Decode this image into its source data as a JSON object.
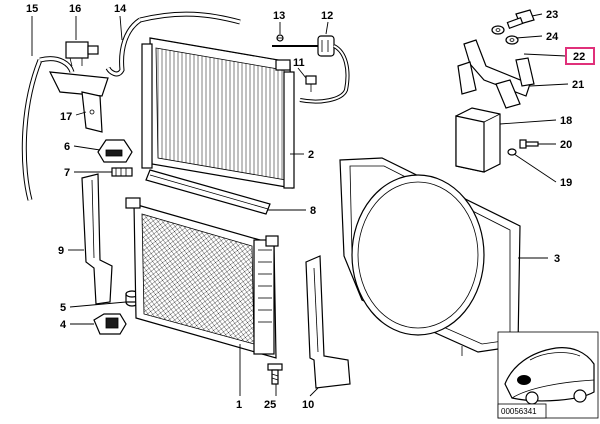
{
  "diagram": {
    "diagram_id": "00056341",
    "highlight_color": "#e0307a",
    "highlighted_callout": "22",
    "callouts": {
      "c1": "1",
      "c2": "2",
      "c3": "3",
      "c4": "4",
      "c5": "5",
      "c6": "6",
      "c7": "7",
      "c8": "8",
      "c9": "9",
      "c10": "10",
      "c11": "11",
      "c12": "12",
      "c13": "13",
      "c14": "14",
      "c15": "15",
      "c16": "16",
      "c17": "17",
      "c18": "18",
      "c19": "19",
      "c20": "20",
      "c21": "21",
      "c22": "22",
      "c23": "23",
      "c24": "24",
      "c25": "25"
    }
  }
}
